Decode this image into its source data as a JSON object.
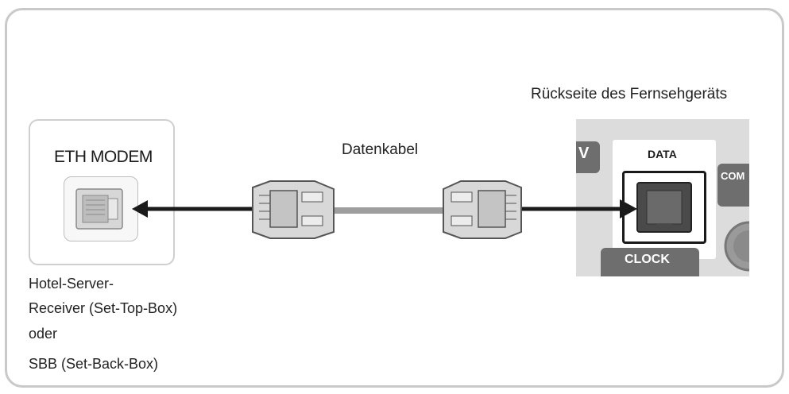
{
  "modem": {
    "title": "ETH MODEM"
  },
  "cable": {
    "label": "Datenkabel"
  },
  "tv": {
    "title": "Rückseite des Fernsehgeräts",
    "data_port_label": "DATA",
    "clock_label": "CLOCK",
    "left_tab_label": "V",
    "right_tab_label": "COM"
  },
  "caption": {
    "lines": [
      "Hotel-Server-",
      "Receiver (Set-Top-Box)",
      "oder",
      "SBB (Set-Back-Box)"
    ]
  },
  "colors": {
    "frame_border": "#c9c9c9",
    "arrow": "#1a1a1a",
    "tv_panel": "#dcdcdc",
    "tv_tab": "#6e6e6e",
    "connector": "#d8d8d8"
  }
}
